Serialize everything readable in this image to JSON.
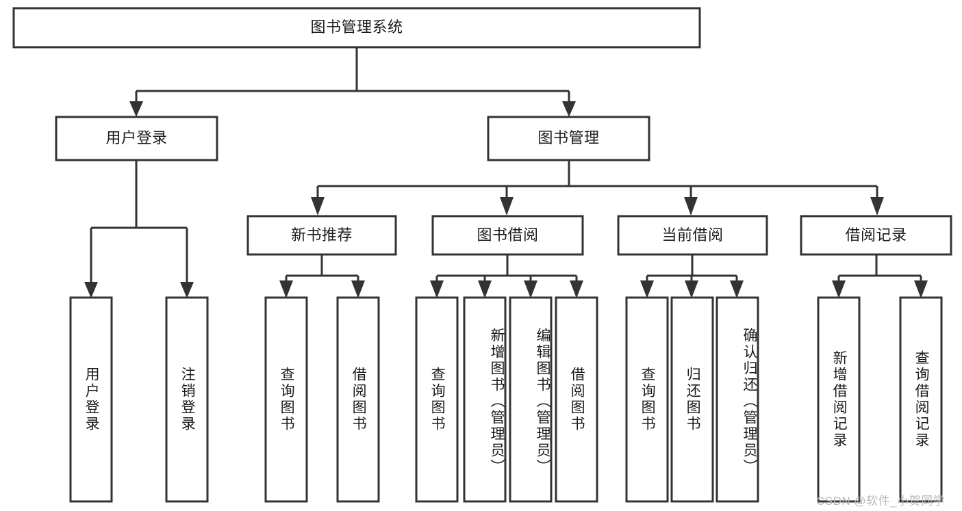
{
  "diagram": {
    "type": "tree-hierarchy",
    "title": "图书管理系统",
    "watermark": "CSDN @软件_小贺同学",
    "colors": {
      "stroke": "#333333",
      "fill": "#ffffff",
      "text": "#1a1a1a",
      "watermark": "#b9b9b9"
    },
    "nodes": {
      "root": {
        "label": "图书管理系统",
        "level": 0
      },
      "user_login": {
        "label": "用户登录",
        "level": 1
      },
      "book_manage": {
        "label": "图书管理",
        "level": 1
      },
      "new_book_rec": {
        "label": "新书推荐",
        "level": 2
      },
      "book_borrow": {
        "label": "图书借阅",
        "level": 2
      },
      "current_borrow": {
        "label": "当前借阅",
        "level": 2
      },
      "borrow_record": {
        "label": "借阅记录",
        "level": 2
      },
      "leaf_user_login": {
        "label": "用户登录",
        "level": 3
      },
      "leaf_logout": {
        "label": "注销登录",
        "level": 3
      },
      "leaf_query_book_1": {
        "label": "查询图书",
        "level": 3
      },
      "leaf_borrow_book_1": {
        "label": "借阅图书",
        "level": 3
      },
      "leaf_query_book_2": {
        "label": "查询图书",
        "level": 3
      },
      "leaf_add_book": {
        "label": "新增图书（管理员）",
        "level": 3
      },
      "leaf_edit_book": {
        "label": "编辑图书（管理员）",
        "level": 3
      },
      "leaf_borrow_book_2": {
        "label": "借阅图书",
        "level": 3
      },
      "leaf_query_book_3": {
        "label": "查询图书",
        "level": 3
      },
      "leaf_return_book": {
        "label": "归还图书",
        "level": 3
      },
      "leaf_confirm_return": {
        "label": "确认归还（管理员）",
        "level": 3
      },
      "leaf_add_record": {
        "label": "新增借阅记录",
        "level": 3
      },
      "leaf_query_record": {
        "label": "查询借阅记录",
        "level": 3
      }
    },
    "edges": [
      {
        "from": "root",
        "to": "user_login"
      },
      {
        "from": "root",
        "to": "book_manage"
      },
      {
        "from": "user_login",
        "to": "leaf_user_login"
      },
      {
        "from": "user_login",
        "to": "leaf_logout"
      },
      {
        "from": "book_manage",
        "to": "new_book_rec"
      },
      {
        "from": "book_manage",
        "to": "book_borrow"
      },
      {
        "from": "book_manage",
        "to": "current_borrow"
      },
      {
        "from": "book_manage",
        "to": "borrow_record"
      },
      {
        "from": "new_book_rec",
        "to": "leaf_query_book_1"
      },
      {
        "from": "new_book_rec",
        "to": "leaf_borrow_book_1"
      },
      {
        "from": "book_borrow",
        "to": "leaf_query_book_2"
      },
      {
        "from": "book_borrow",
        "to": "leaf_add_book"
      },
      {
        "from": "book_borrow",
        "to": "leaf_edit_book"
      },
      {
        "from": "book_borrow",
        "to": "leaf_borrow_book_2"
      },
      {
        "from": "current_borrow",
        "to": "leaf_query_book_3"
      },
      {
        "from": "current_borrow",
        "to": "leaf_return_book"
      },
      {
        "from": "current_borrow",
        "to": "leaf_confirm_return"
      },
      {
        "from": "borrow_record",
        "to": "leaf_add_record"
      },
      {
        "from": "borrow_record",
        "to": "leaf_query_record"
      }
    ]
  }
}
